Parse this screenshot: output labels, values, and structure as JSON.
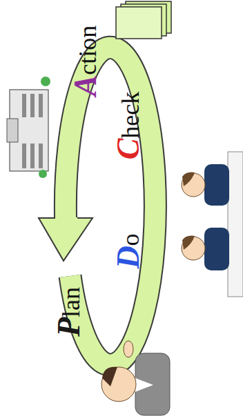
{
  "diagram": {
    "labels": [
      "Plan",
      "Do",
      "Check",
      "Action"
    ]
  }
}
